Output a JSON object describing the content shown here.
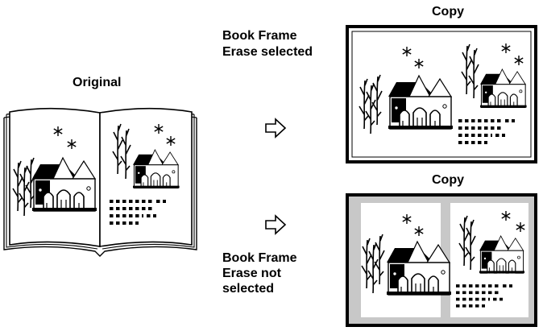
{
  "labels": {
    "original": "Original",
    "copy_top": "Copy",
    "copy_bottom": "Copy",
    "top_caption_line1": "Book Frame",
    "top_caption_line2": "Erase selected",
    "bottom_caption_line1": "Book Frame",
    "bottom_caption_line2": "Erase not",
    "bottom_caption_line3": "selected"
  },
  "icons": {
    "arrow": "hollow-right-arrow-icon",
    "star": "asterisk-star-icon",
    "tree": "bare-tree-icon",
    "house": "gothic-house-icon",
    "text_block": "text-lines-icon"
  },
  "colors": {
    "frame_gray": "#c8c8c8",
    "ink": "#000000",
    "paper": "#ffffff"
  }
}
